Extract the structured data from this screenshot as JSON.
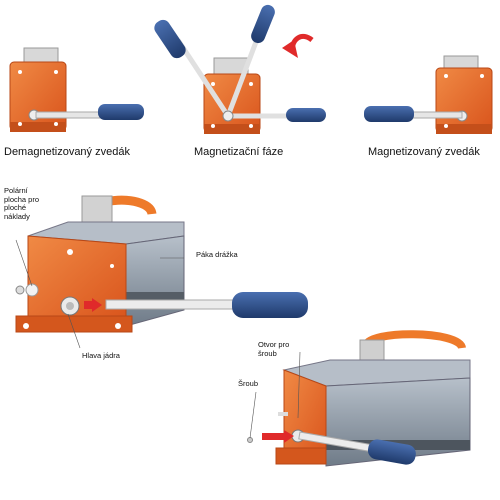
{
  "states": {
    "demagnetized": "Demagnetizovaný zvedák",
    "magnetizing": "Magnetizační fáze",
    "magnetized": "Magnetizovaný zvedák"
  },
  "callouts": {
    "pole_surface_line1": "Polární",
    "pole_surface_line2": "plocha pro",
    "pole_surface_line3": "ploché",
    "pole_surface_line4": "náklady",
    "lever_groove": "Páka drážka",
    "core_head": "Hlava jádra",
    "screw_hole_line1": "Otvor pro",
    "screw_hole_line2": "šroub",
    "screw": "Šroub"
  },
  "colors": {
    "body_orange": "#e8672a",
    "body_grey": "#8e9aa6",
    "handle_blue": "#2b4f8a",
    "ring_orange": "#ee7a2a",
    "arrow_red": "#e02a2a"
  },
  "icons": [
    "rotation-arrow-icon",
    "direction-arrow-icon"
  ]
}
